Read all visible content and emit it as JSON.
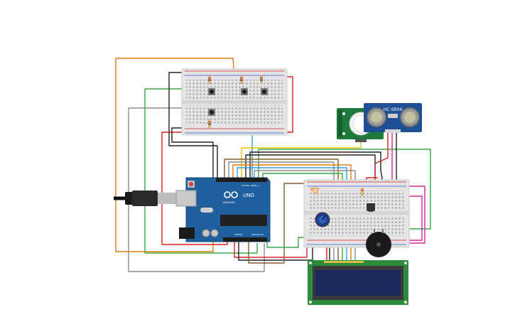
{
  "arduino": {
    "brand": "ARDUINO",
    "model": "UNO",
    "digital_label": "DIGITAL (PWM~)",
    "power_label": "POWER",
    "analog_label": "ANALOG IN"
  },
  "ultrasonic": {
    "model": "HC-SR04"
  },
  "colors": {
    "board_blue": "#1f5f9e",
    "breadboard": "#e4e4e4",
    "pir_green": "#1e7a3a",
    "lcd_green": "#2e8b3e",
    "lcd_screen": "#1b2a5c",
    "wire_red": "#d82020",
    "wire_black": "#222222",
    "wire_orange": "#e07b10",
    "wire_green": "#3aa845",
    "wire_gray": "#8a8a8a",
    "wire_blue": "#2b9fe0",
    "wire_yellow": "#e8c20a",
    "wire_pink": "#d3279a",
    "wire_brown": "#8b5a2b"
  }
}
